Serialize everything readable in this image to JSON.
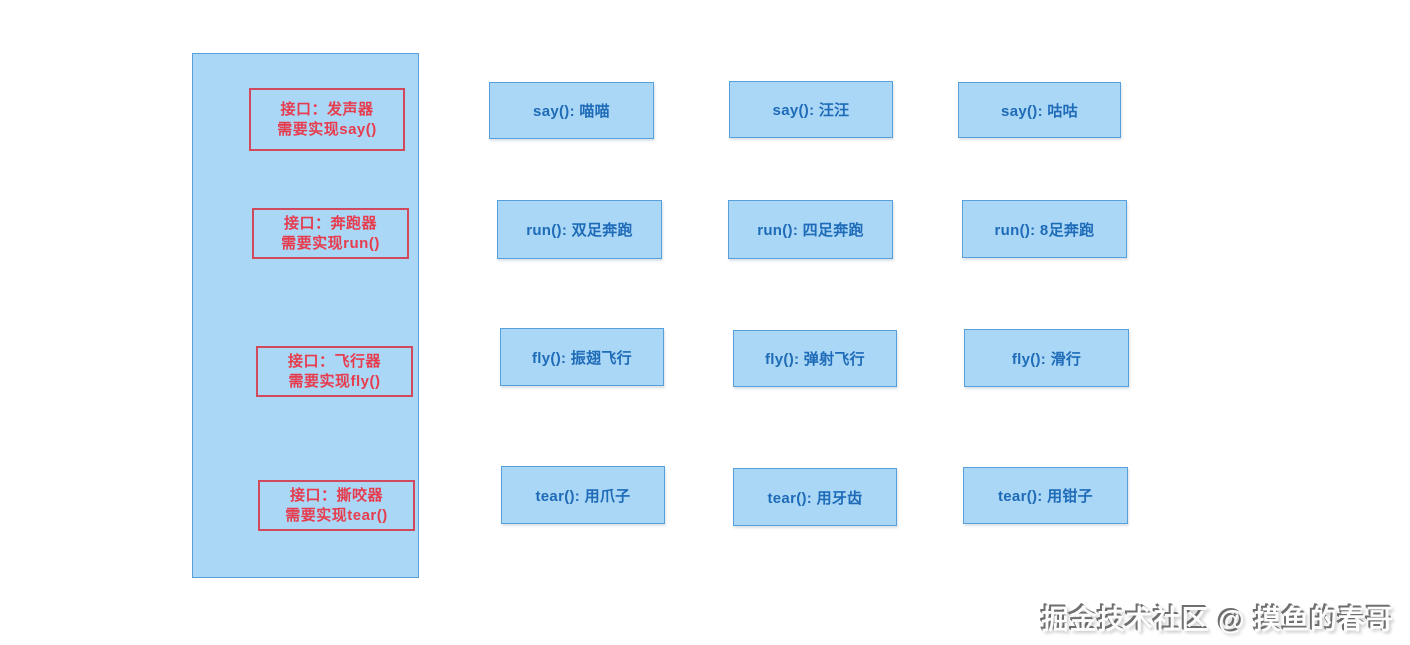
{
  "colors": {
    "box_fill": "#abd7f6",
    "box_border": "#58a0dc",
    "box_text": "#1e6bb8",
    "interface_border": "#d2495e",
    "interface_text": "#e73c4e",
    "watermark_gray": "#6e6e6e"
  },
  "interfaces": [
    {
      "title": "接口：发声器",
      "requirement": "需要实现say()"
    },
    {
      "title": "接口：奔跑器",
      "requirement": "需要实现run()"
    },
    {
      "title": "接口：飞行器",
      "requirement": "需要实现fly()"
    },
    {
      "title": "接口：撕咬器",
      "requirement": "需要实现tear()"
    }
  ],
  "implementations": {
    "rows": [
      {
        "cells": [
          "say(): 喵喵",
          "say(): 汪汪",
          "say(): 咕咕"
        ]
      },
      {
        "cells": [
          "run(): 双足奔跑",
          "run(): 四足奔跑",
          "run(): 8足奔跑"
        ]
      },
      {
        "cells": [
          "fly(): 振翅飞行",
          "fly(): 弹射飞行",
          "fly(): 滑行"
        ]
      },
      {
        "cells": [
          "tear(): 用爪子",
          "tear(): 用牙齿",
          "tear(): 用钳子"
        ]
      }
    ]
  },
  "watermark": {
    "text": "掘金技术社区 @ 摸鱼的春哥"
  }
}
